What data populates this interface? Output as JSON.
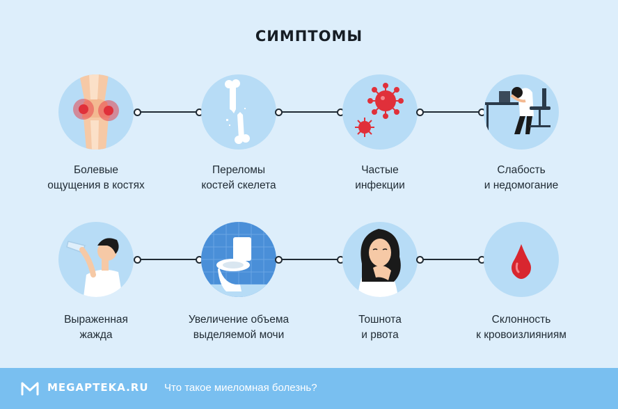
{
  "title": "СИМПТОМЫ",
  "symptoms_row1": [
    {
      "line1": "Болевые",
      "line2": "ощущения в костях",
      "icon": "knee-pain-icon"
    },
    {
      "line1": "Переломы",
      "line2": "костей скелета",
      "icon": "broken-bone-icon"
    },
    {
      "line1": "Частые",
      "line2": "инфекции",
      "icon": "virus-icon"
    },
    {
      "line1": "Слабость",
      "line2": "и недомогание",
      "icon": "tired-person-icon"
    }
  ],
  "symptoms_row2": [
    {
      "line1": "Выраженная",
      "line2": "жажда",
      "icon": "drinking-person-icon"
    },
    {
      "line1": "Увеличение объема",
      "line2": "выделяемой мочи",
      "icon": "toilet-icon"
    },
    {
      "line1": "Тошнота",
      "line2": "и рвота",
      "icon": "nauseous-woman-icon"
    },
    {
      "line1": "Склонность",
      "line2": "к кровоизлияниям",
      "icon": "blood-drop-icon"
    }
  ],
  "footer": {
    "brand": "MEGAPTEKA.RU",
    "tagline": "Что такое миеломная болезнь?"
  },
  "colors": {
    "background": "#ddeefb",
    "circle": "#b7dcf6",
    "footer": "#79bff0",
    "accent_red": "#e0303a"
  }
}
